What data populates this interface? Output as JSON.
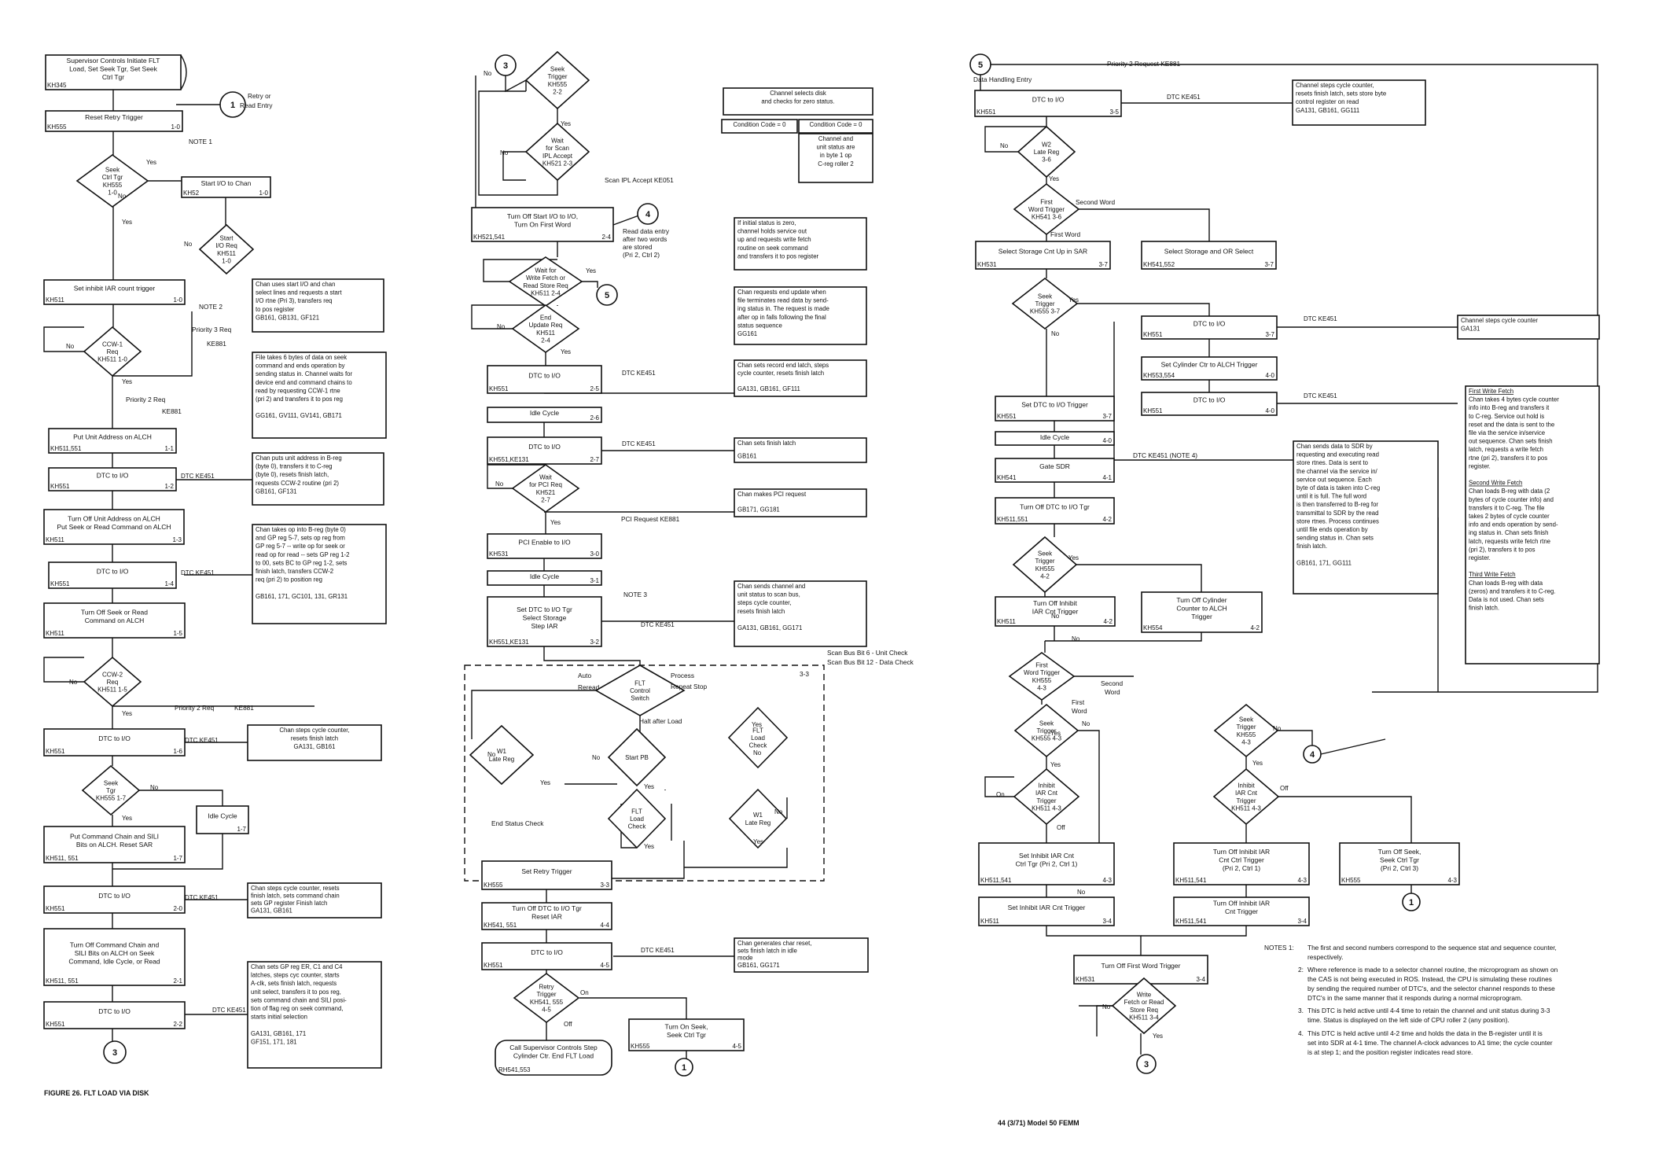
{
  "figure_caption": "FIGURE 26.  FLT LOAD VIA DISK",
  "page_footer": "44   (3/71)   Model 50  FEMM",
  "boxes": [
    {
      "id": "b_sup",
      "lines": [
        "Supervisor Controls Initiate FLT",
        "Load, Set Seek Tgr, Set Seek",
        "Ctrl Tgr"
      ],
      "loc": "KH345",
      "seq": ""
    },
    {
      "id": "b_reset",
      "lines": [
        "Reset Retry Trigger"
      ],
      "loc": "KH555",
      "seq": "1-0"
    },
    {
      "id": "b_start",
      "lines": [
        "Start I/O to Chan"
      ],
      "loc": "KH52",
      "seq": "1-0"
    },
    {
      "id": "b_setinh",
      "lines": [
        "Set inhibit IAR count trigger"
      ],
      "loc": "KH511",
      "seq": "1-0"
    },
    {
      "id": "b_putunit",
      "lines": [
        "Put Unit Address on ALCH"
      ],
      "loc": "KH511,551",
      "seq": "1-1"
    },
    {
      "id": "b_dtc12",
      "lines": [
        "DTC to I/O"
      ],
      "loc": "KH551",
      "seq": "1-2"
    },
    {
      "id": "b_turnoffunit",
      "lines": [
        "Turn Off Unit Address on ALCH",
        "Put Seek or Read Command on ALCH"
      ],
      "loc": "KH511",
      "seq": "1-3"
    },
    {
      "id": "b_dtc14",
      "lines": [
        "DTC to I/O"
      ],
      "loc": "KH551",
      "seq": "1-4"
    },
    {
      "id": "b_turnoffseek",
      "lines": [
        "Turn Off Seek or Read",
        "Command on ALCH"
      ],
      "loc": "KH511",
      "seq": "1-5"
    },
    {
      "id": "b_dtc16",
      "lines": [
        "DTC to I/O"
      ],
      "loc": "KH551",
      "seq": "1-6"
    },
    {
      "id": "b_idle17",
      "lines": [
        "Idle Cycle"
      ],
      "loc": "",
      "seq": "1-7"
    },
    {
      "id": "b_putcmd",
      "lines": [
        "Put Command Chain and SILI",
        "Bits on ALCH.  Reset SAR"
      ],
      "loc": "KH511, 551",
      "seq": "1-7"
    },
    {
      "id": "b_dtc20",
      "lines": [
        "DTC to I/O"
      ],
      "loc": "KH551",
      "seq": "2-0"
    },
    {
      "id": "b_turnoffcmd",
      "lines": [
        "Turn Off Command Chain and",
        "SILI Bits on ALCH on Seek",
        "Command, Idle Cycle, or Read"
      ],
      "loc": "KH511, 551",
      "seq": "2-1"
    },
    {
      "id": "b_dtc22",
      "lines": [
        "DTC to I/O"
      ],
      "loc": "KH551",
      "seq": "2-2"
    },
    {
      "id": "b_turnoffstart",
      "lines": [
        "Turn Off Start I/O to I/O,",
        "Turn On First Word"
      ],
      "loc": "KH521,541",
      "seq": "2-4"
    },
    {
      "id": "b_dtc25",
      "lines": [
        "DTC to I/O"
      ],
      "loc": "KH551",
      "seq": "2-5"
    },
    {
      "id": "b_idle26",
      "lines": [
        "Idle Cycle"
      ],
      "loc": "",
      "seq": "2-6"
    },
    {
      "id": "b_dtc27",
      "lines": [
        "DTC to I/O"
      ],
      "loc": "KH551,KE131",
      "seq": "2-7"
    },
    {
      "id": "b_pci",
      "lines": [
        "PCI Enable to I/O"
      ],
      "loc": "KH531",
      "seq": "3-0"
    },
    {
      "id": "b_idle31",
      "lines": [
        "Idle Cycle"
      ],
      "loc": "",
      "seq": "3-1"
    },
    {
      "id": "b_setdtc32",
      "lines": [
        "Set DTC to I/O Tgr",
        "Select Storage",
        "Step IAR"
      ],
      "loc": "KH551,KE131",
      "seq": "3-2"
    },
    {
      "id": "b_setretry",
      "lines": [
        "Set Retry Trigger"
      ],
      "loc": "KH555",
      "seq": "3-3"
    },
    {
      "id": "b_turnoffdtc44",
      "lines": [
        "Turn Off DTC to I/O Tgr",
        "Reset IAR"
      ],
      "loc": "KH541, 551",
      "seq": "4-4"
    },
    {
      "id": "b_dtc45",
      "lines": [
        "DTC to I/O"
      ],
      "loc": "KH551",
      "seq": "4-5"
    },
    {
      "id": "b_turnonseek",
      "lines": [
        "Turn On Seek,",
        "Seek Ctrl Tgr"
      ],
      "loc": "KH555",
      "seq": "4-5"
    },
    {
      "id": "b_dtc35",
      "lines": [
        "DTC to I/O"
      ],
      "loc": "KH551",
      "seq": "3-5"
    },
    {
      "id": "b_selcnt",
      "lines": [
        "Select Storage Cnt Up in SAR"
      ],
      "loc": "KH531",
      "seq": "3-7"
    },
    {
      "id": "b_selor",
      "lines": [
        "Select Storage and OR Select"
      ],
      "loc": "KH541,552",
      "seq": "3-7"
    },
    {
      "id": "b_dtc37",
      "lines": [
        "DTC to I/O"
      ],
      "loc": "KH551",
      "seq": "3-7"
    },
    {
      "id": "b_setcyl",
      "lines": [
        "Set Cylinder Ctr to ALCH Trigger"
      ],
      "loc": "KH553,554",
      "seq": "4-0"
    },
    {
      "id": "b_dtc40",
      "lines": [
        "DTC to I/O"
      ],
      "loc": "KH551",
      "seq": "4-0"
    },
    {
      "id": "b_setdtctrig",
      "lines": [
        "Set DTC to I/O Trigger"
      ],
      "loc": "KH551",
      "seq": "3-7"
    },
    {
      "id": "b_idle40",
      "lines": [
        "Idle Cycle"
      ],
      "loc": "",
      "seq": "4-0"
    },
    {
      "id": "b_gatesdr",
      "lines": [
        "Gate SDR"
      ],
      "loc": "KH541",
      "seq": "4-1"
    },
    {
      "id": "b_turnoffdtc42",
      "lines": [
        "Turn Off DTC to I/O Tgr"
      ],
      "loc": "KH511,551",
      "seq": "4-2"
    },
    {
      "id": "b_turnoffinh42",
      "lines": [
        "Turn Off Inhibit",
        "IAR Cnt Trigger"
      ],
      "loc": "KH511",
      "seq": "4-2"
    },
    {
      "id": "b_turnoffcyl",
      "lines": [
        "Turn Off Cylinder",
        "Counter to ALCH",
        "Trigger"
      ],
      "loc": "KH554",
      "seq": "4-2"
    },
    {
      "id": "b_setinh43a",
      "lines": [
        "Set Inhibit IAR Cnt",
        "Ctrl Tgr (Pri 2, Ctrl 1)"
      ],
      "loc": "KH511,541",
      "seq": "4-3"
    },
    {
      "id": "b_setinh34",
      "lines": [
        "Set Inhibit IAR Cnt Trigger"
      ],
      "loc": "KH511",
      "seq": "3-4"
    },
    {
      "id": "b_turnoffinhctrl",
      "lines": [
        "Turn Off Inhibit IAR",
        "Cnt Ctrl Trigger",
        "(Pri 2, Ctrl 1)"
      ],
      "loc": "KH511,541",
      "seq": "4-3"
    },
    {
      "id": "b_turnoffinh34",
      "lines": [
        "Turn Off Inhibit IAR",
        "Cnt Trigger"
      ],
      "loc": "KH511,541",
      "seq": "3-4"
    },
    {
      "id": "b_turnoffseekctrl",
      "lines": [
        "Turn Off Seek,",
        "Seek Ctrl Tgr",
        "(Pri 2, Ctrl 3)"
      ],
      "loc": "KH555",
      "seq": "4-3"
    },
    {
      "id": "b_turnofffirst",
      "lines": [
        "Turn Off First Word Trigger"
      ],
      "loc": "KH531",
      "seq": "3-4"
    }
  ],
  "terminals": [
    {
      "id": "t_end",
      "lines": [
        "Call Supervisor Controls Step",
        "Cylinder Ctr. End FLT Load"
      ],
      "loc": "RH541,553"
    }
  ],
  "decisions": [
    {
      "id": "d_seekctrl",
      "lines": [
        "Seek",
        "Ctrl Tgr",
        "KH555",
        "1-0"
      ]
    },
    {
      "id": "d_startio",
      "lines": [
        "Start",
        "I/O Req",
        "KH511",
        "1-0"
      ]
    },
    {
      "id": "d_ccw1",
      "lines": [
        "CCW-1",
        "Req",
        "KH511  1-0"
      ]
    },
    {
      "id": "d_ccw2",
      "lines": [
        "CCW-2",
        "Req",
        "KH511  1-5"
      ]
    },
    {
      "id": "d_seek17",
      "lines": [
        "Seek",
        "Tgr",
        "KH555  1-7"
      ]
    },
    {
      "id": "d_seek22",
      "lines": [
        "Seek",
        "Trigger",
        "KH555",
        "2-2"
      ]
    },
    {
      "id": "d_wait23",
      "lines": [
        "Wait",
        "for Scan",
        "IPL Accept",
        "KH521  2-3"
      ]
    },
    {
      "id": "d_wait24",
      "lines": [
        "Wait for",
        "Write Fetch or",
        "Read Store Req",
        "KH511  2-4"
      ]
    },
    {
      "id": "d_endupd",
      "lines": [
        "End",
        "Update Req",
        "KH511",
        "2-4"
      ]
    },
    {
      "id": "d_waitpci",
      "lines": [
        "Wait",
        "for PCI Req",
        "KH521",
        "2-7"
      ]
    },
    {
      "id": "d_fltctrl",
      "lines": [
        "FLT",
        "Control",
        "Switch"
      ]
    },
    {
      "id": "d_w1late_a",
      "lines": [
        "W1",
        "Late Reg"
      ]
    },
    {
      "id": "d_startpb",
      "lines": [
        "Start PB"
      ]
    },
    {
      "id": "d_fltload_a",
      "lines": [
        "FLT",
        "Load",
        "Check"
      ]
    },
    {
      "id": "d_fltload_b",
      "lines": [
        "FLT",
        "Load",
        "Check"
      ]
    },
    {
      "id": "d_w1late_b",
      "lines": [
        "W1",
        "Late Reg"
      ]
    },
    {
      "id": "d_retry",
      "lines": [
        "Retry",
        "Trigger",
        "KH541, 555",
        "4-5"
      ]
    },
    {
      "id": "d_w2late",
      "lines": [
        "W2",
        "Late Reg",
        "3-6"
      ]
    },
    {
      "id": "d_firstword",
      "lines": [
        "First",
        "Word Trigger",
        "KH541  3-6"
      ]
    },
    {
      "id": "d_seek37",
      "lines": [
        "Seek",
        "Trigger",
        "KH555  3-7"
      ]
    },
    {
      "id": "d_seek42",
      "lines": [
        "Seek",
        "Trigger",
        "KH555",
        "4-2"
      ]
    },
    {
      "id": "d_firstword43",
      "lines": [
        "First",
        "Word Trigger",
        "KH555",
        "4-3"
      ]
    },
    {
      "id": "d_seek43a",
      "lines": [
        "Seek",
        "Trigger",
        "KH555  4-3"
      ]
    },
    {
      "id": "d_seek43b",
      "lines": [
        "Seek",
        "Trigger",
        "KH555",
        "4-3"
      ]
    },
    {
      "id": "d_inhiar_a",
      "lines": [
        "Inhibit",
        "IAR Cnt",
        "Trigger",
        "KH511  4-3"
      ]
    },
    {
      "id": "d_inhiar_b",
      "lines": [
        "Inhibit",
        "IAR Cnt",
        "Trigger",
        "KH511  4-3"
      ]
    },
    {
      "id": "d_writefetch",
      "lines": [
        "Write",
        "Fetch or Read",
        "Store Req",
        "KH511  3-4"
      ]
    }
  ],
  "connectors": [
    {
      "id": "c1_retry",
      "text": "1"
    },
    {
      "id": "c3_bottom",
      "text": "3"
    },
    {
      "id": "c3_top",
      "text": "3"
    },
    {
      "id": "c4_mid",
      "text": "4"
    },
    {
      "id": "c5_mid",
      "text": "5"
    },
    {
      "id": "c1_end",
      "text": "1"
    },
    {
      "id": "c5_top",
      "text": "5"
    },
    {
      "id": "c4_right",
      "text": "4"
    },
    {
      "id": "c1_right",
      "text": "1"
    },
    {
      "id": "c3_right",
      "text": "3"
    }
  ],
  "notes": [
    {
      "id": "n_chanuses",
      "lines": [
        "Chan uses start I/O and chan",
        "select lines and requests a start",
        "I/O rtne (Pri 3), transfers req",
        "to pos register",
        "GB161, GB131, GF121"
      ]
    },
    {
      "id": "n_filetakes",
      "lines": [
        "File takes 6 bytes of data on seek",
        "command and ends operation by",
        "sending status in.  Channel waits for",
        "device end and command chains to",
        "read by requesting CCW-1 rtne",
        "(pri 2) and transfers it to pos reg",
        "",
        "GG161, GV111, GV141, GB171"
      ]
    },
    {
      "id": "n_chanputs",
      "lines": [
        "Chan puts unit address in B-reg",
        "(byte 0), transfers it to C-reg",
        "(byte 0), resets finish latch,",
        "requests CCW-2 routine (pri 2)",
        "GB161, GF131"
      ]
    },
    {
      "id": "n_chantakes",
      "lines": [
        "Chan takes op into B-reg (byte 0)",
        "and GP reg 5-7, sets op reg from",
        "GP reg 5-7 -- write op for seek or",
        "read op for read -- sets GP reg 1-2",
        "to 00, sets BC to GP reg 1-2, sets",
        "finish latch, transfers CCW-2",
        "req (pri 2) to position reg",
        "",
        "GB161, 171, GC101, 131, GR131"
      ]
    },
    {
      "id": "n_chansteps16",
      "lines": [
        "Chan steps cycle counter,",
        "resets finish latch",
        "GA131, GB161"
      ]
    },
    {
      "id": "n_chansteps20",
      "lines": [
        "Chan steps cycle counter, resets",
        "finish latch, sets command chain",
        "sets GP register Finish latch",
        "GA131, GB161"
      ]
    },
    {
      "id": "n_chansetsgp",
      "lines": [
        "Chan sets GP reg ER, C1 and C4",
        "latches, steps cyc counter, starts",
        "A-clk, sets finish latch, requests",
        "unit select, transfers it to pos reg,",
        "sets command chain and SILI posi-",
        "tion of flag reg on seek command,",
        "starts initial selection",
        "",
        "GA131, GB161, 171",
        "GF151, 171, 181"
      ]
    },
    {
      "id": "n_chanselects",
      "lines": [
        "Channel selects disk",
        "and checks for zero status."
      ]
    },
    {
      "id": "n_cc0",
      "lines": [
        "Condition Code = 0"
      ]
    },
    {
      "id": "n_cc0b",
      "lines": [
        "Condition Code = 0"
      ]
    },
    {
      "id": "n_chanunit",
      "lines": [
        "Channel and",
        "unit status are",
        "in byte 1 op",
        "C-reg roller 2"
      ]
    },
    {
      "id": "n_initial",
      "lines": [
        "If initial status is zero,",
        "channel holds service out",
        "up and requests write fetch",
        "routine on seek command",
        "and transfers it to pos register"
      ]
    },
    {
      "id": "n_chanrequests",
      "lines": [
        "Chan requests end update when",
        "file terminates read data by send-",
        "ing status in.  The request is made",
        "after op in falls following the final",
        "status sequence",
        "GG161"
      ]
    },
    {
      "id": "n_chansetsrec",
      "lines": [
        "Chan sets record end latch, steps",
        "cycle counter, resets finish latch",
        "",
        "GA131, GB161, GF111"
      ]
    },
    {
      "id": "n_chansetsfin",
      "lines": [
        "Chan sets finish latch",
        "",
        "GB161"
      ]
    },
    {
      "id": "n_chanmakes",
      "lines": [
        "Chan makes PCI request",
        "",
        "GB171, GG181"
      ]
    },
    {
      "id": "n_chansends",
      "lines": [
        "Chan sends channel and",
        "unit status to scan bus,",
        "steps cycle counter,",
        "resets finish latch",
        "",
        "GA131, GB161, GG171"
      ]
    },
    {
      "id": "n_changen",
      "lines": [
        "Chan generates char reset,",
        "sets finish latch in idle",
        "mode",
        "GB161, GG171"
      ]
    },
    {
      "id": "n_chansteps35",
      "lines": [
        "Channel steps cycle counter,",
        "resets finish latch, sets store byte",
        "control register on read",
        "GA131, GB161, GG111"
      ]
    },
    {
      "id": "n_chansteps37",
      "lines": [
        "Channel steps cycle counter",
        "GA131"
      ]
    },
    {
      "id": "n_chansendsdata",
      "lines": [
        "Chan sends data to SDR by",
        "requesting and executing read",
        "store rtnes.  Data is sent to",
        "the channel via the service in/",
        "service out sequence.  Each",
        "byte of data is taken into C-reg",
        "until it is full.  The full word",
        "is then transferred to B-reg for",
        "transmittal to SDR by the read",
        "store rtnes.  Process continues",
        "until file ends operation by",
        "sending status in.  Chan sets",
        "finish latch.",
        "",
        "GB161, 171, GG111"
      ]
    },
    {
      "id": "n_fetch",
      "lines": [
        "First Write Fetch",
        "Chan takes 4 bytes cycle counter",
        "info into B-reg and transfers it",
        "to C-reg.  Service out hold is",
        "reset and the data is sent to the",
        "file via the service in/service",
        "out sequence.  Chan sets finish",
        "latch, requests a write fetch",
        "rtne (pri 2), transfers it to pos",
        "register.",
        "",
        "Second Write Fetch",
        "Chan loads B-reg with data (2",
        "bytes of cycle counter info) and",
        "transfers it to C-reg.  The file",
        "takes 2 bytes of cycle counter",
        "info and ends operation by send-",
        "ing status in.  Chan sets finish",
        "latch, requests write fetch rtne",
        "(pri 2), transfers it to pos",
        "register.",
        "",
        "Third Write Fetch",
        "Chan loads B-reg with data",
        "(zeros) and transfers it to C-reg.",
        "Data is not used.  Chan sets",
        "finish latch."
      ]
    }
  ],
  "labels": {
    "retry_entry": "Retry or",
    "retry_entry2": "Read Entry",
    "note1": "NOTE 1",
    "note2": "NOTE 2",
    "priority3": "Priority 3 Req",
    "ke881_a": "KE881",
    "priority2_a": "Priority 2 Req",
    "ke881_b": "KE881",
    "priority2_b": "Priority 2 Req",
    "ke881_c": "KE881",
    "dtc_ke451": "DTC   KE451",
    "yes": "Yes",
    "no": "No",
    "scan_ipl": "Scan IPL Accept    KE051",
    "read_data_entry": "Read data entry",
    "read_data_entry2": "after two words",
    "read_data_entry3": "are stored",
    "read_data_entry4": "(Pri 2, Ctrl 2)",
    "pci_request": "PCI Request    KE881",
    "note3": "NOTE 3",
    "scan_bus6": "Scan Bus Bit 6 - Unit Check",
    "scan_bus12": "Scan Bus Bit 12 - Data Check",
    "auto_reread": "Auto",
    "auto_reread2": "Reread",
    "process": "Process",
    "repeat_stop": "Repeat Stop",
    "halt_after_load": "Halt after Load",
    "end_status_check": "End Status Check",
    "dashed_seq": "3-3",
    "on": "On",
    "off": "Off",
    "priority2_c": "Priority 2 Request    KE881",
    "data_handling_entry": "Data Handling Entry",
    "second_word": "Second Word",
    "first_word": "First Word",
    "dtc_note4": "DTC    KE451    (NOTE 4)",
    "first_word_b": "First",
    "first_word_b2": "Word",
    "second_word_b": "Second",
    "second_word_b2": "Word",
    "notes_title": "NOTES 1:",
    "note_1_text": "The first and second numbers correspond to the sequence stat and sequence counter,",
    "note_1_text2": "respectively.",
    "note_2_num": "2:",
    "note_2_text": "Where reference is made to a selector channel routine, the microprogram as shown on",
    "note_2_text2": "the CAS is not being executed in ROS.  Instead, the CPU is simulating these routines",
    "note_2_text3": "by sending the required number of DTC's, and the selector channel responds to these",
    "note_2_text4": "DTC's in the same manner that it responds during a normal microprogram.",
    "note_3_num": "3.",
    "note_3_text": "This DTC is held active until 4-4 time to retain the channel and unit status during 3-3",
    "note_3_text2": "time.  Status is displayed on the left side of CPU roller 2 (any position).",
    "note_4_num": "4.",
    "note_4_text": "This DTC is held active until 4-2 time and holds the data in the B-register until it is",
    "note_4_text2": "set into SDR at 4-1 time.  The channel A-clock advances to A1 time; the cycle counter",
    "note_4_text3": "is at step 1; and the position register indicates read store."
  }
}
